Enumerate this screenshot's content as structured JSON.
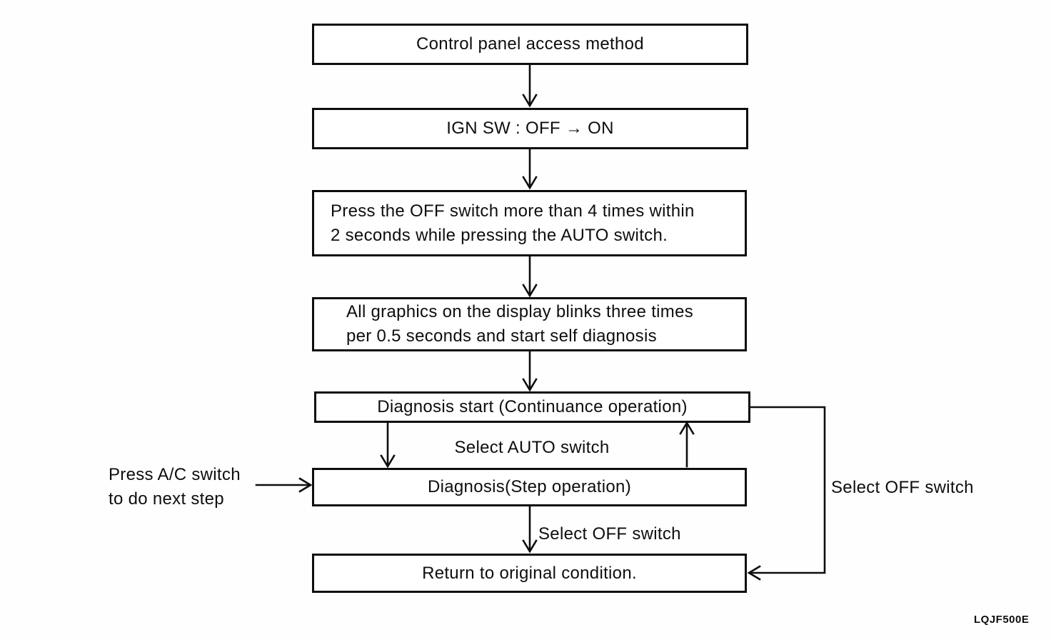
{
  "figure": {
    "code": "LQJF500E",
    "nodes": [
      {
        "lines": [
          "Control panel access method"
        ]
      },
      {
        "lines": [
          "IGN SW : OFF → ON"
        ]
      },
      {
        "lines": [
          "Press the OFF switch more than 4 times within",
          "2 seconds while pressing the AUTO switch."
        ]
      },
      {
        "lines": [
          "All graphics on the display blinks three times",
          "per 0.5 seconds and start self diagnosis"
        ]
      },
      {
        "lines": [
          "Diagnosis start (Continuance operation)"
        ]
      },
      {
        "lines": [
          "Diagnosis(Step operation)"
        ]
      },
      {
        "lines": [
          "Return to original condition."
        ]
      }
    ],
    "labels": {
      "select_auto": "Select AUTO switch",
      "select_off_step": "Select OFF switch",
      "select_off_loop": "Select OFF switch",
      "press_ac_line1": "Press A/C switch",
      "press_ac_line2": "to do next step"
    },
    "colors": {
      "line": "#0d0d0d",
      "background": "#fefefe"
    }
  }
}
